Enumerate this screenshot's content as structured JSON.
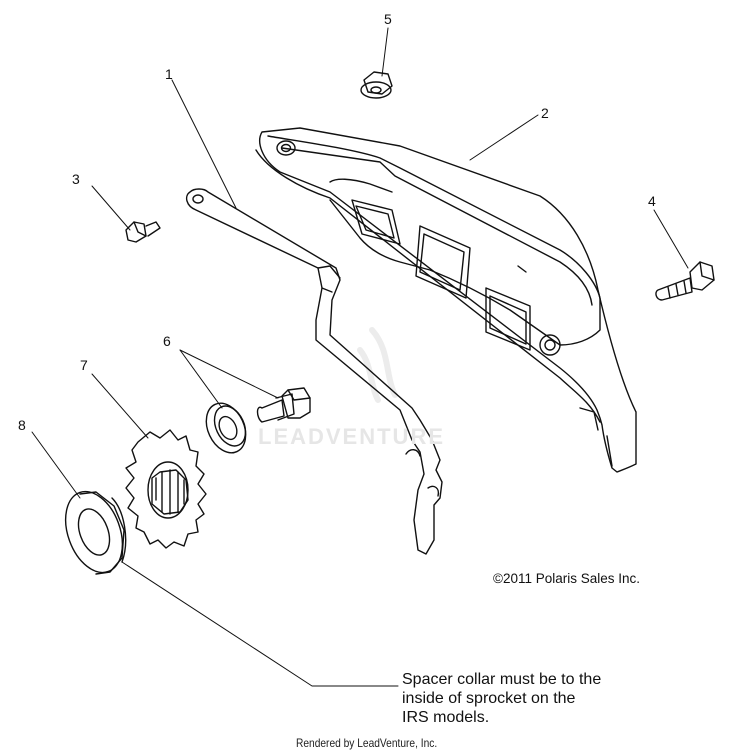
{
  "diagram": {
    "callouts": [
      {
        "id": "1",
        "label": "1"
      },
      {
        "id": "2",
        "label": "2"
      },
      {
        "id": "3",
        "label": "3"
      },
      {
        "id": "4",
        "label": "4"
      },
      {
        "id": "5",
        "label": "5"
      },
      {
        "id": "6",
        "label": "6"
      },
      {
        "id": "7",
        "label": "7"
      },
      {
        "id": "8",
        "label": "8"
      }
    ],
    "copyright": "©2011 Polaris Sales Inc.",
    "note_lines": [
      "Spacer collar must be to the",
      "inside of sprocket on the",
      "IRS models."
    ],
    "watermark": "LEADVENTURE",
    "footer": "Rendered by LeadVenture, Inc."
  }
}
